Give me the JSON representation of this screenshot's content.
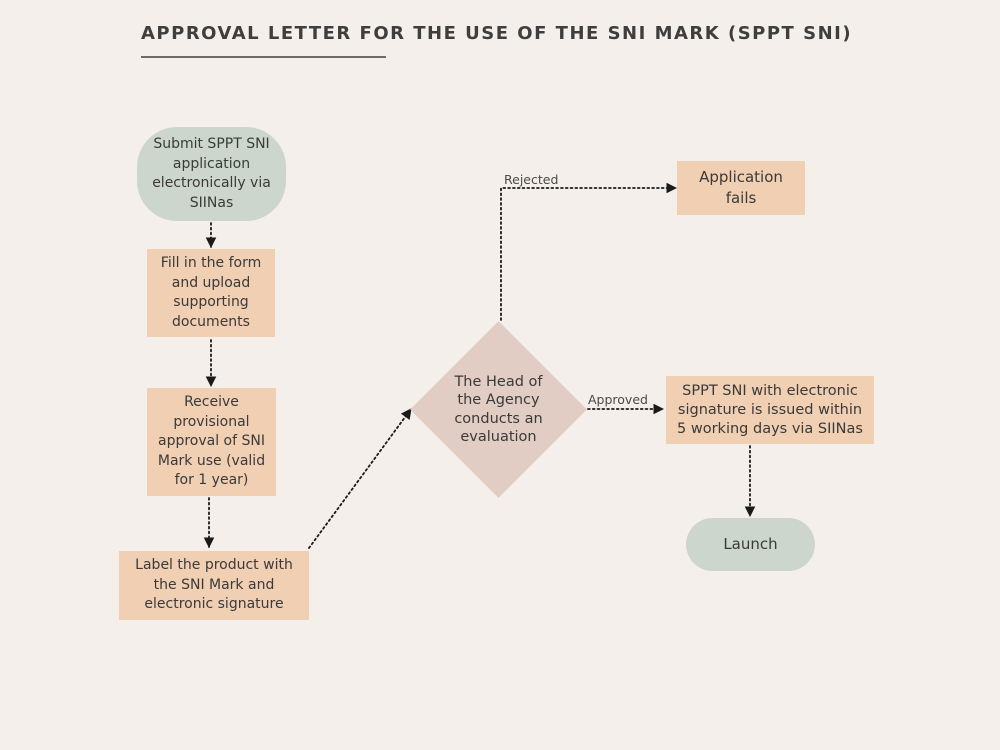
{
  "title": "APPROVAL LETTER FOR THE USE OF THE SNI MARK (SPPT SNI)",
  "nodes": {
    "submit": "Submit SPPT SNI\napplication\nelectronically via\nSIINas",
    "fill_form": "Fill in the form\nand upload\nsupporting\ndocuments",
    "provisional": "Receive\nprovisional\napproval of SNI\nMark use (valid\nfor 1 year)",
    "label_product": "Label the product with\nthe SNI Mark and\nelectronic signature",
    "evaluation": "The Head of\nthe Agency\nconducts an\nevaluation",
    "fails": "Application\nfails",
    "issued": "SPPT SNI with electronic\nsignature is issued within\n5 working days via SIINas",
    "launch": "Launch"
  },
  "edge_labels": {
    "rejected": "Rejected",
    "approved": "Approved"
  },
  "colors": {
    "rect_fill": "#f0cfb3",
    "pill_fill": "#cdd6cd",
    "diamond_fill": "#e1cdc3",
    "background": "#f4efea"
  }
}
